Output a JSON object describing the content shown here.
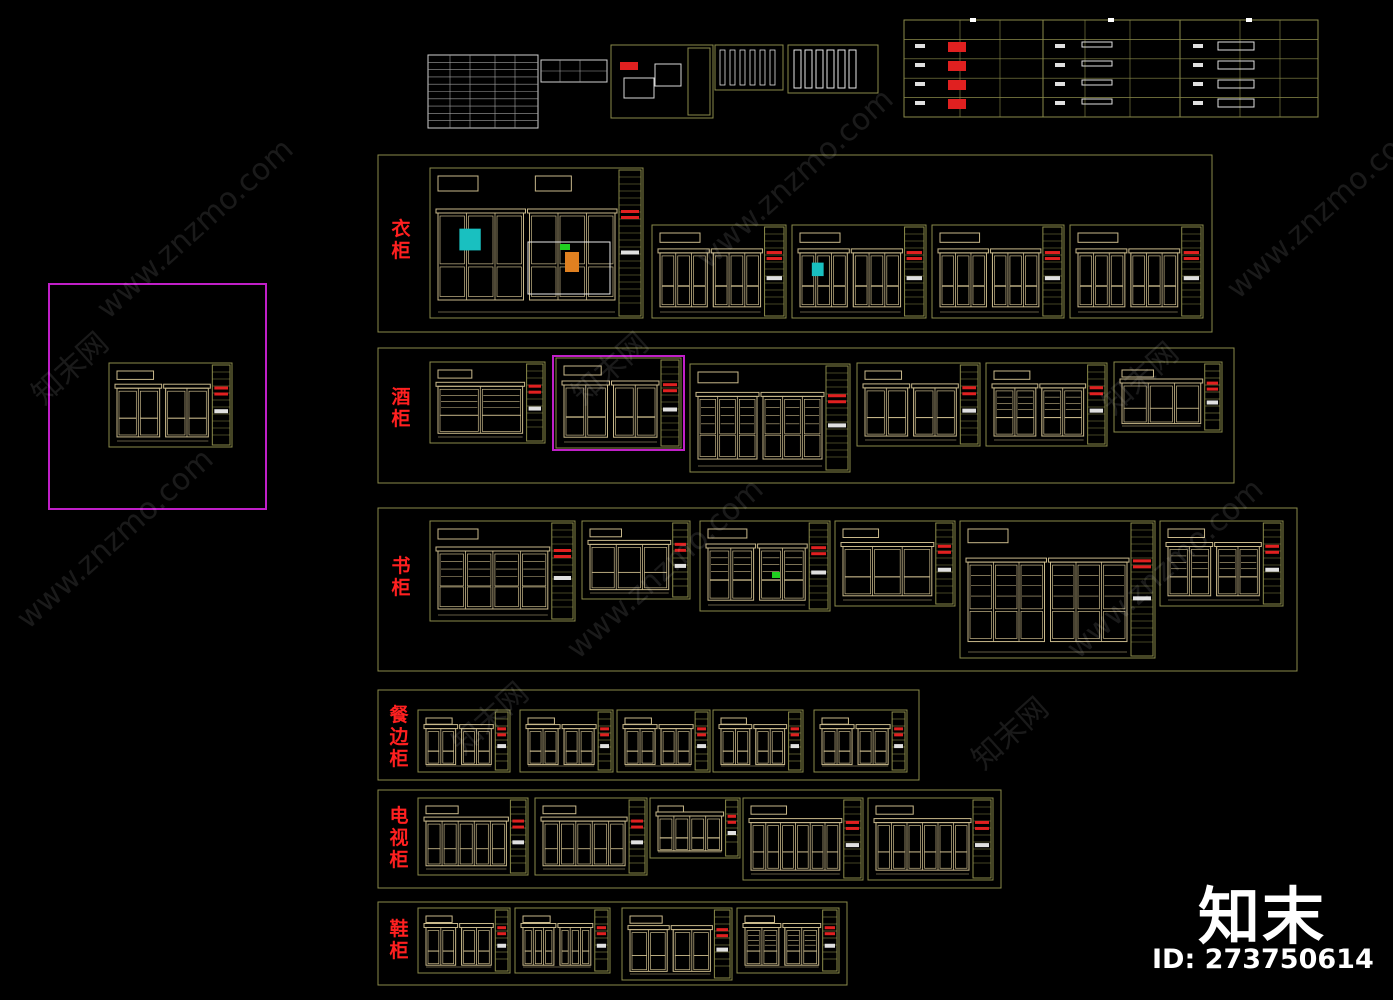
{
  "colors": {
    "background": "#000000",
    "frame": "#8a8a4a",
    "selection": "#c01fc8",
    "label": "#ff2020",
    "sheet_line": "#c8b88a",
    "sheet_bright": "#e8e0d0",
    "accent_cyan": "#19c0c0",
    "accent_red": "#e02020",
    "accent_green": "#20d020",
    "accent_orange": "#e08020"
  },
  "categories": [
    {
      "id": "wardrobe",
      "label": "衣柜",
      "drawings": 5
    },
    {
      "id": "wine",
      "label": "酒柜",
      "drawings": 6
    },
    {
      "id": "bookcase",
      "label": "书柜",
      "drawings": 6
    },
    {
      "id": "sideboard",
      "label": "餐边柜",
      "drawings": 5
    },
    {
      "id": "tv",
      "label": "电视柜",
      "drawings": 5
    },
    {
      "id": "shoe",
      "label": "鞋柜",
      "drawings": 4
    }
  ],
  "watermarks": {
    "site": "www.znzmo.com",
    "cn": "知末网"
  },
  "brand": {
    "logo_text": "知末",
    "id_text": "ID: 273750614"
  }
}
